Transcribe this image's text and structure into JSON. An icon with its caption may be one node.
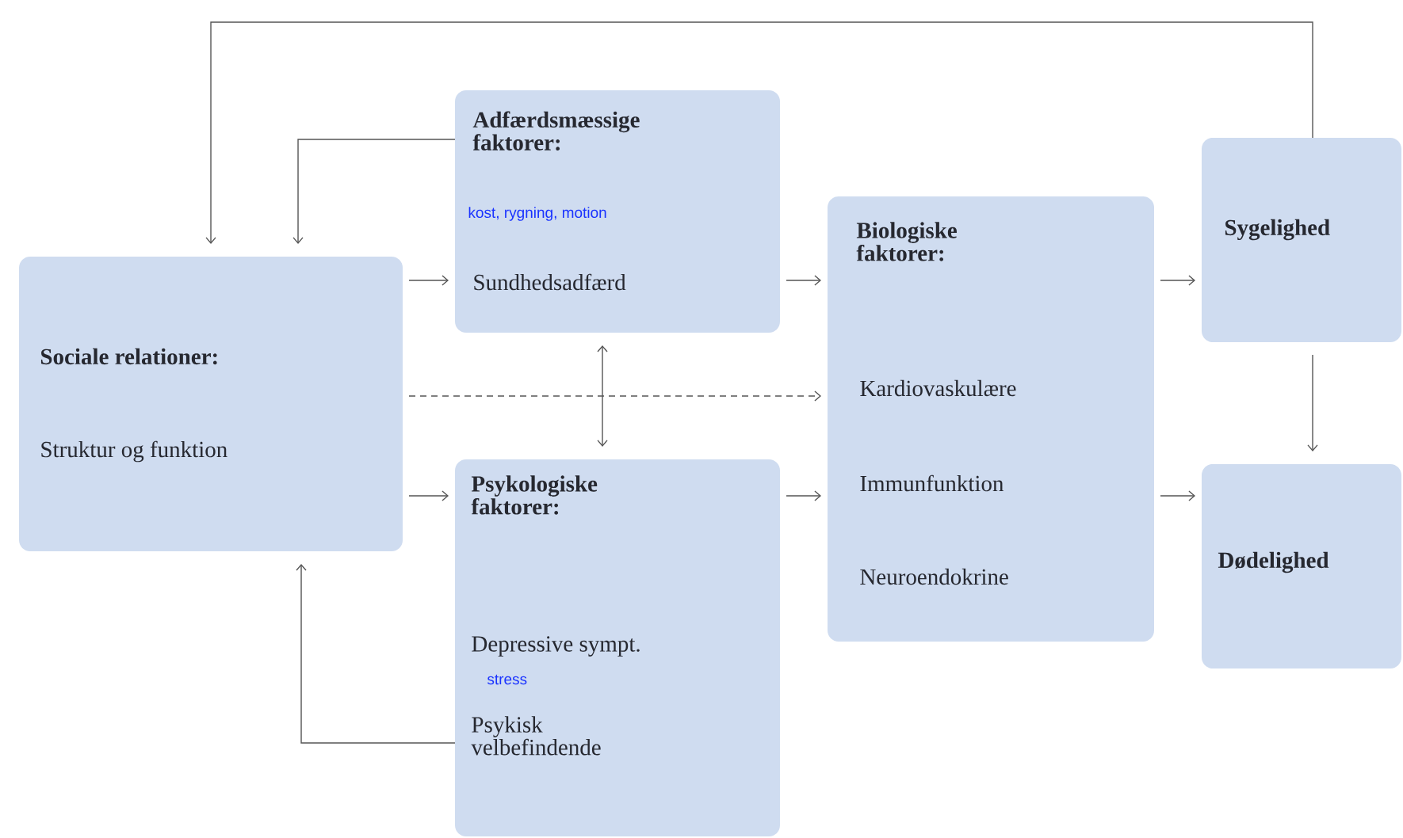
{
  "diagram": {
    "nodes": [
      {
        "text": [
          "Sociale relationer:",
          "Struktur og funktion"
        ]
      },
      {
        "text": [
          "Adfærdsmæssige faktorer:",
          "kost, rygning, motion",
          "Sundhedsadfærd"
        ]
      },
      {
        "text": [
          "Psykologiske faktorer:",
          "Depressive sympt.",
          "stress",
          "Psykisk velbefindende"
        ]
      },
      {
        "text": [
          "Biologiske faktorer:",
          "Kardiovaskulære",
          "Immunfunktion",
          "Neuroendokrine"
        ]
      },
      {
        "text": [
          "Sygelighed"
        ]
      },
      {
        "text": [
          "Dødelighed"
        ]
      }
    ],
    "edges": [
      {
        "from": 0,
        "to": 1,
        "arrow": "to"
      },
      {
        "from": 0,
        "to": 3,
        "arrow": "to",
        "style": "dashed"
      },
      {
        "from": 0,
        "to": 2,
        "arrow": "to"
      },
      {
        "from": 1,
        "to": 2,
        "arrow": "both"
      },
      {
        "from": 1,
        "to": 3,
        "arrow": "to"
      },
      {
        "from": 2,
        "to": 3,
        "arrow": "to"
      },
      {
        "from": 3,
        "to": 4,
        "arrow": "to"
      },
      {
        "from": 3,
        "to": 5,
        "arrow": "to"
      },
      {
        "from": 4,
        "to": 5,
        "arrow": "to"
      },
      {
        "from": 4,
        "to": 0,
        "arrow": "to"
      },
      {
        "from": 1,
        "to": 0,
        "arrow": "to"
      },
      {
        "from": 2,
        "to": 0,
        "arrow": "to"
      }
    ]
  }
}
